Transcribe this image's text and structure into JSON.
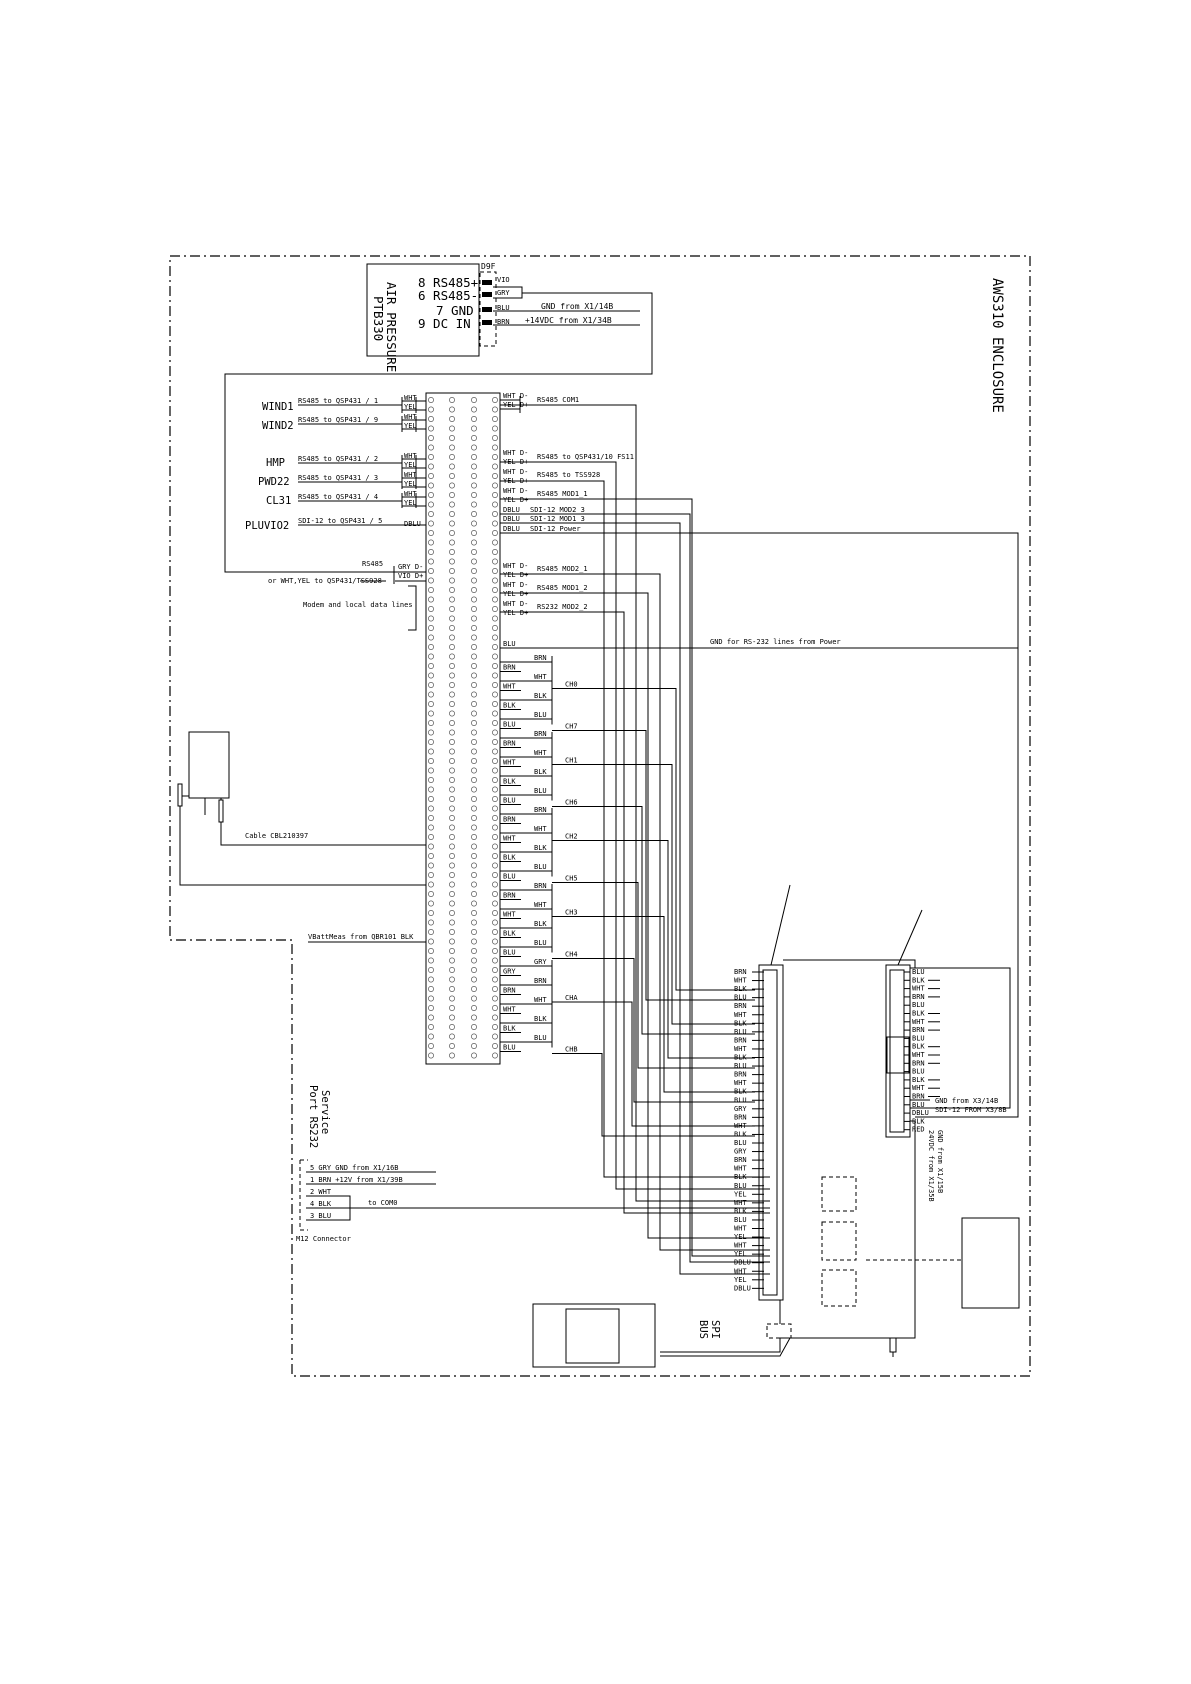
{
  "enclosure": {
    "title": "AWS310 ENCLOSURE"
  },
  "ptb330": {
    "name_line1": "PTB330",
    "name_line2": "AIR PRESSURE",
    "connector": "D9F",
    "pins": [
      "8 RS485+",
      "6 RS485-",
      "7 GND",
      "9 DC IN"
    ],
    "wires": [
      "VIO",
      "GRY",
      "BLU",
      "BRN"
    ],
    "notes": [
      "GND  from  X1/14B",
      "+14VDC  from  X1/34B"
    ]
  },
  "sensors": [
    "WIND1",
    "WIND2",
    "HMP",
    "PWD22",
    "CL31",
    "PLUVIO2"
  ],
  "left_lines": [
    {
      "text": "RS485 to QSP431 / 1",
      "w1": "WHT",
      "w2": "YEL"
    },
    {
      "text": "RS485 to QSP431 / 9",
      "w1": "WHT",
      "w2": "YEL"
    },
    {
      "text": "RS485 to QSP431 / 2",
      "w1": "WHT",
      "w2": "YEL"
    },
    {
      "text": "RS485 to QSP431 / 3",
      "w1": "WHT",
      "w2": "YEL"
    },
    {
      "text": "RS485 to QSP431 / 4",
      "w1": "WHT",
      "w2": "YEL"
    },
    {
      "text": "SDI-12 to QSP431 / 5",
      "w1": "DBLU"
    }
  ],
  "left_misc": {
    "rs485": "RS485",
    "gry_d": "GRY D-",
    "vio_d": "VIO D+",
    "alt": "or WHT,YEL to QSP431/TSS928",
    "modem": "Modem and local data lines",
    "cable": "Cable CBL210397",
    "vbatt": "VBattMeas from QBR101  BLK"
  },
  "right_lines": [
    {
      "w1": "WHT D-",
      "w2": "YEL D+",
      "text": "RS485 COM1"
    },
    {
      "w1": "WHT D-",
      "w2": "YEL D+",
      "text": "RS485 to QSP431/10 FS11"
    },
    {
      "w1": "WHT D-",
      "w2": "YEL D+",
      "text": "RS485 to TSS928"
    },
    {
      "w1": "WHT D-",
      "w2": "YEL D+",
      "text": "RS485 MOD1_1"
    },
    {
      "w1": "DBLU",
      "text": "SDI-12  MOD2_3"
    },
    {
      "w1": "DBLU",
      "text": "SDI-12  MOD1_3"
    },
    {
      "w1": "DBLU",
      "text": "SDI-12  Power"
    },
    {
      "w1": "WHT D-",
      "w2": "YEL D+",
      "text": "RS485 MOD2_1"
    },
    {
      "w1": "WHT D-",
      "w2": "YEL D+",
      "text": "RS485 MOD1_2"
    },
    {
      "w1": "WHT D-",
      "w2": "YEL D+",
      "text": "RS232 MOD2_2"
    }
  ],
  "gnd_line": {
    "wire": "BLU",
    "text": "GND for RS-232 lines from Power"
  },
  "channels": [
    {
      "name": "CH0",
      "sub": "CH7"
    },
    {
      "name": "CH1",
      "sub": "CH6"
    },
    {
      "name": "CH2",
      "sub": "CH5"
    },
    {
      "name": "CH3",
      "sub": "CH4"
    },
    {
      "name": "CHA",
      "sub": "CHB"
    }
  ],
  "channel_wires": [
    "BRN",
    "BRN",
    "WHT",
    "WHT",
    "BLK",
    "BLK",
    "BLU",
    "BLU"
  ],
  "channel_wires_last": [
    "GRY",
    "GRY",
    "BRN",
    "BRN",
    "WHT",
    "WHT",
    "BLK",
    "BLK",
    "BLU",
    "BLU"
  ],
  "service": {
    "title_line1": "Service",
    "title_line2": "Port RS232",
    "pins": [
      "5 GRY GND from X1/16B",
      "1 BRN +12V from X1/39B",
      "2 WHT",
      "4 BLK",
      "3 BLU"
    ],
    "com": "to  COM0",
    "connector": "M12 Connector"
  },
  "conn_a_labels": [
    "BRN",
    "WHT",
    "BLK",
    "BLU",
    "BRN",
    "WHT",
    "BLK",
    "BLU",
    "BRN",
    "WHT",
    "BLK",
    "BLU",
    "BRN",
    "WHT",
    "BLK",
    "BLU",
    "GRY",
    "BRN",
    "WHT",
    "BLK",
    "BLU",
    "GRY",
    "BRN",
    "WHT",
    "BLK",
    "BLU",
    "YEL",
    "WHT",
    "BLK",
    "BLU",
    "WHT",
    "YEL",
    "WHT",
    "YEL",
    "DBLU",
    "WHT",
    "YEL",
    "DBLU"
  ],
  "conn_b_labels": [
    "BLU",
    "BLK",
    "WHT",
    "BRN",
    "BLU",
    "BLK",
    "WHT",
    "BRN",
    "BLU",
    "BLK",
    "WHT",
    "BRN",
    "BLU",
    "BLK",
    "WHT",
    "BRN",
    "BLU",
    "DBLU",
    "BLK",
    "RED"
  ],
  "conn_b_notes": [
    "GND  from  X3/14B",
    "SDI-12 FROM X3/8B"
  ],
  "conn_b_vert": [
    "GND from X1/15B",
    "24VDC from X1/35B"
  ],
  "spi": {
    "line1": "SPI",
    "line2": "BUS"
  }
}
